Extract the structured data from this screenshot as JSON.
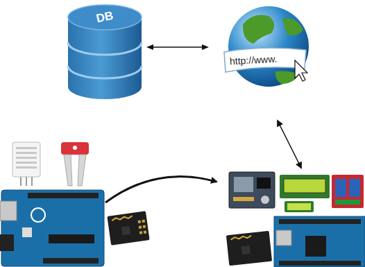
{
  "diagram": {
    "nodes": [
      {
        "text": [
          "DB"
        ]
      },
      {
        "text": [
          "http://www."
        ]
      }
    ],
    "edges": [
      {
        "from": 0,
        "to": 1,
        "arrow": "both"
      }
    ]
  }
}
